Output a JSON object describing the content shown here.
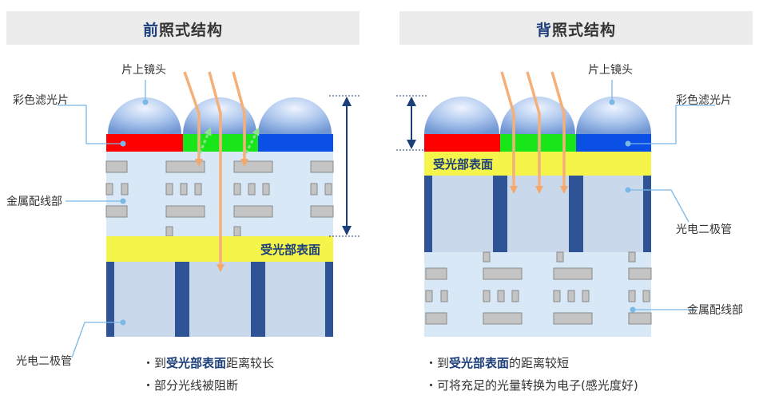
{
  "front": {
    "title_accent": "前",
    "title_rest": "照式结构",
    "label_lens": "片上镜头",
    "label_filter": "彩色滤光片",
    "label_wiring": "金属配线部",
    "label_diode": "光电二极管",
    "label_surface": "受光部表面",
    "bullet1_pre": "・到",
    "bullet1_em": "受光部表面",
    "bullet1_post": "距离较长",
    "bullet2": "・部分光线被阻断"
  },
  "back": {
    "title_accent": "背",
    "title_rest": "照式结构",
    "label_lens": "片上镜头",
    "label_filter": "彩色滤光片",
    "label_wiring": "金属配线部",
    "label_diode": "光电二极管",
    "label_surface": "受光部表面",
    "bullet1_pre": "・到",
    "bullet1_em": "受光部表面",
    "bullet1_post": "的距离较短",
    "bullet2": "・可将充足的光量转换为电子(感光度好)"
  },
  "colors": {
    "red": "#ff0000",
    "green": "#19e619",
    "blue": "#0a4fe6",
    "yellow": "#f4f44a",
    "wiring_bg": "#d8e8f7",
    "diode_bg": "#c9d8ea",
    "diode_post": "#2f5496",
    "light": "#f5b07a",
    "accent": "#1c3f7a"
  }
}
